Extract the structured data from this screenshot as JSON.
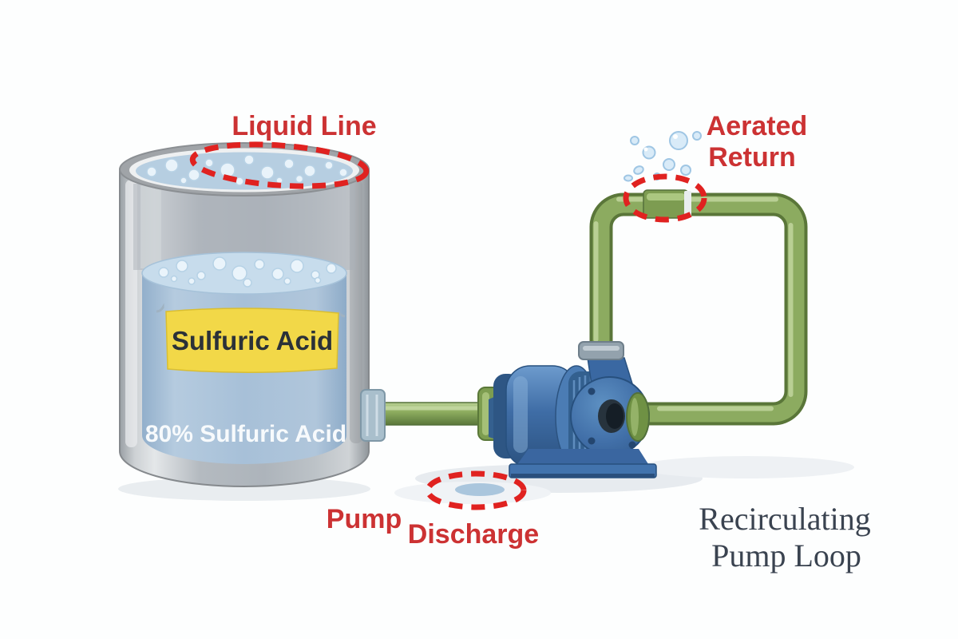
{
  "figure": {
    "annotations": {
      "liquid_line": "Liquid Line",
      "aerated_return": {
        "line1": "Aerated",
        "line2": "Return"
      },
      "pump_discharge": {
        "word1": "Pump",
        "word2": "Discharge"
      }
    },
    "tank": {
      "label": "Sulfuric Acid",
      "contents": "80% Sulfuric Acid"
    },
    "caption": {
      "line1": "Recirculating",
      "line2": "Pump Loop"
    }
  },
  "colors": {
    "annotation_red": "#cc3233",
    "dash_red": "#e02220",
    "caption_dark": "#3a4350",
    "pipe_green": "#8cab60",
    "pipe_dark": "#5a7639",
    "pipe_highlight": "#bcd197",
    "pump_blue": "#3f6da6",
    "tank_gray": "#b4bac0",
    "liquid_blue": "#a9c1d8",
    "label_yellow": "#f2d848",
    "label_text_dark": "#2b3138",
    "contents_text_white": "#f7fafc"
  }
}
